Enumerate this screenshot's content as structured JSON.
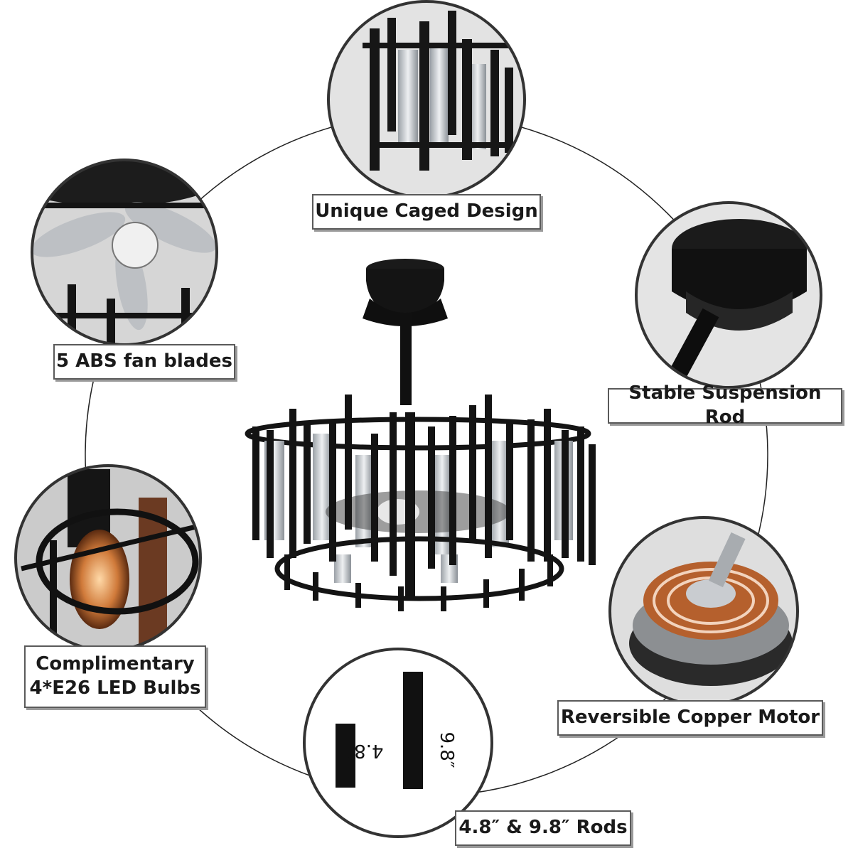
{
  "labels": {
    "caged": "Unique Caged Design",
    "blades": "5 ABS fan blades",
    "rod": "Stable Suspension Rod",
    "bulbs_line1": "Complimentary",
    "bulbs_line2": "4*E26 LED Bulbs",
    "motor": "Reversible Copper Motor",
    "rods": "4.8″ & 9.8″ Rods"
  },
  "rod_marks": {
    "short": "4.8″",
    "long": "9.8″"
  },
  "colors": {
    "frame": "#151515",
    "copper": "#b5602d",
    "crystal": "#d7dadd",
    "circle_border": "#333333"
  }
}
